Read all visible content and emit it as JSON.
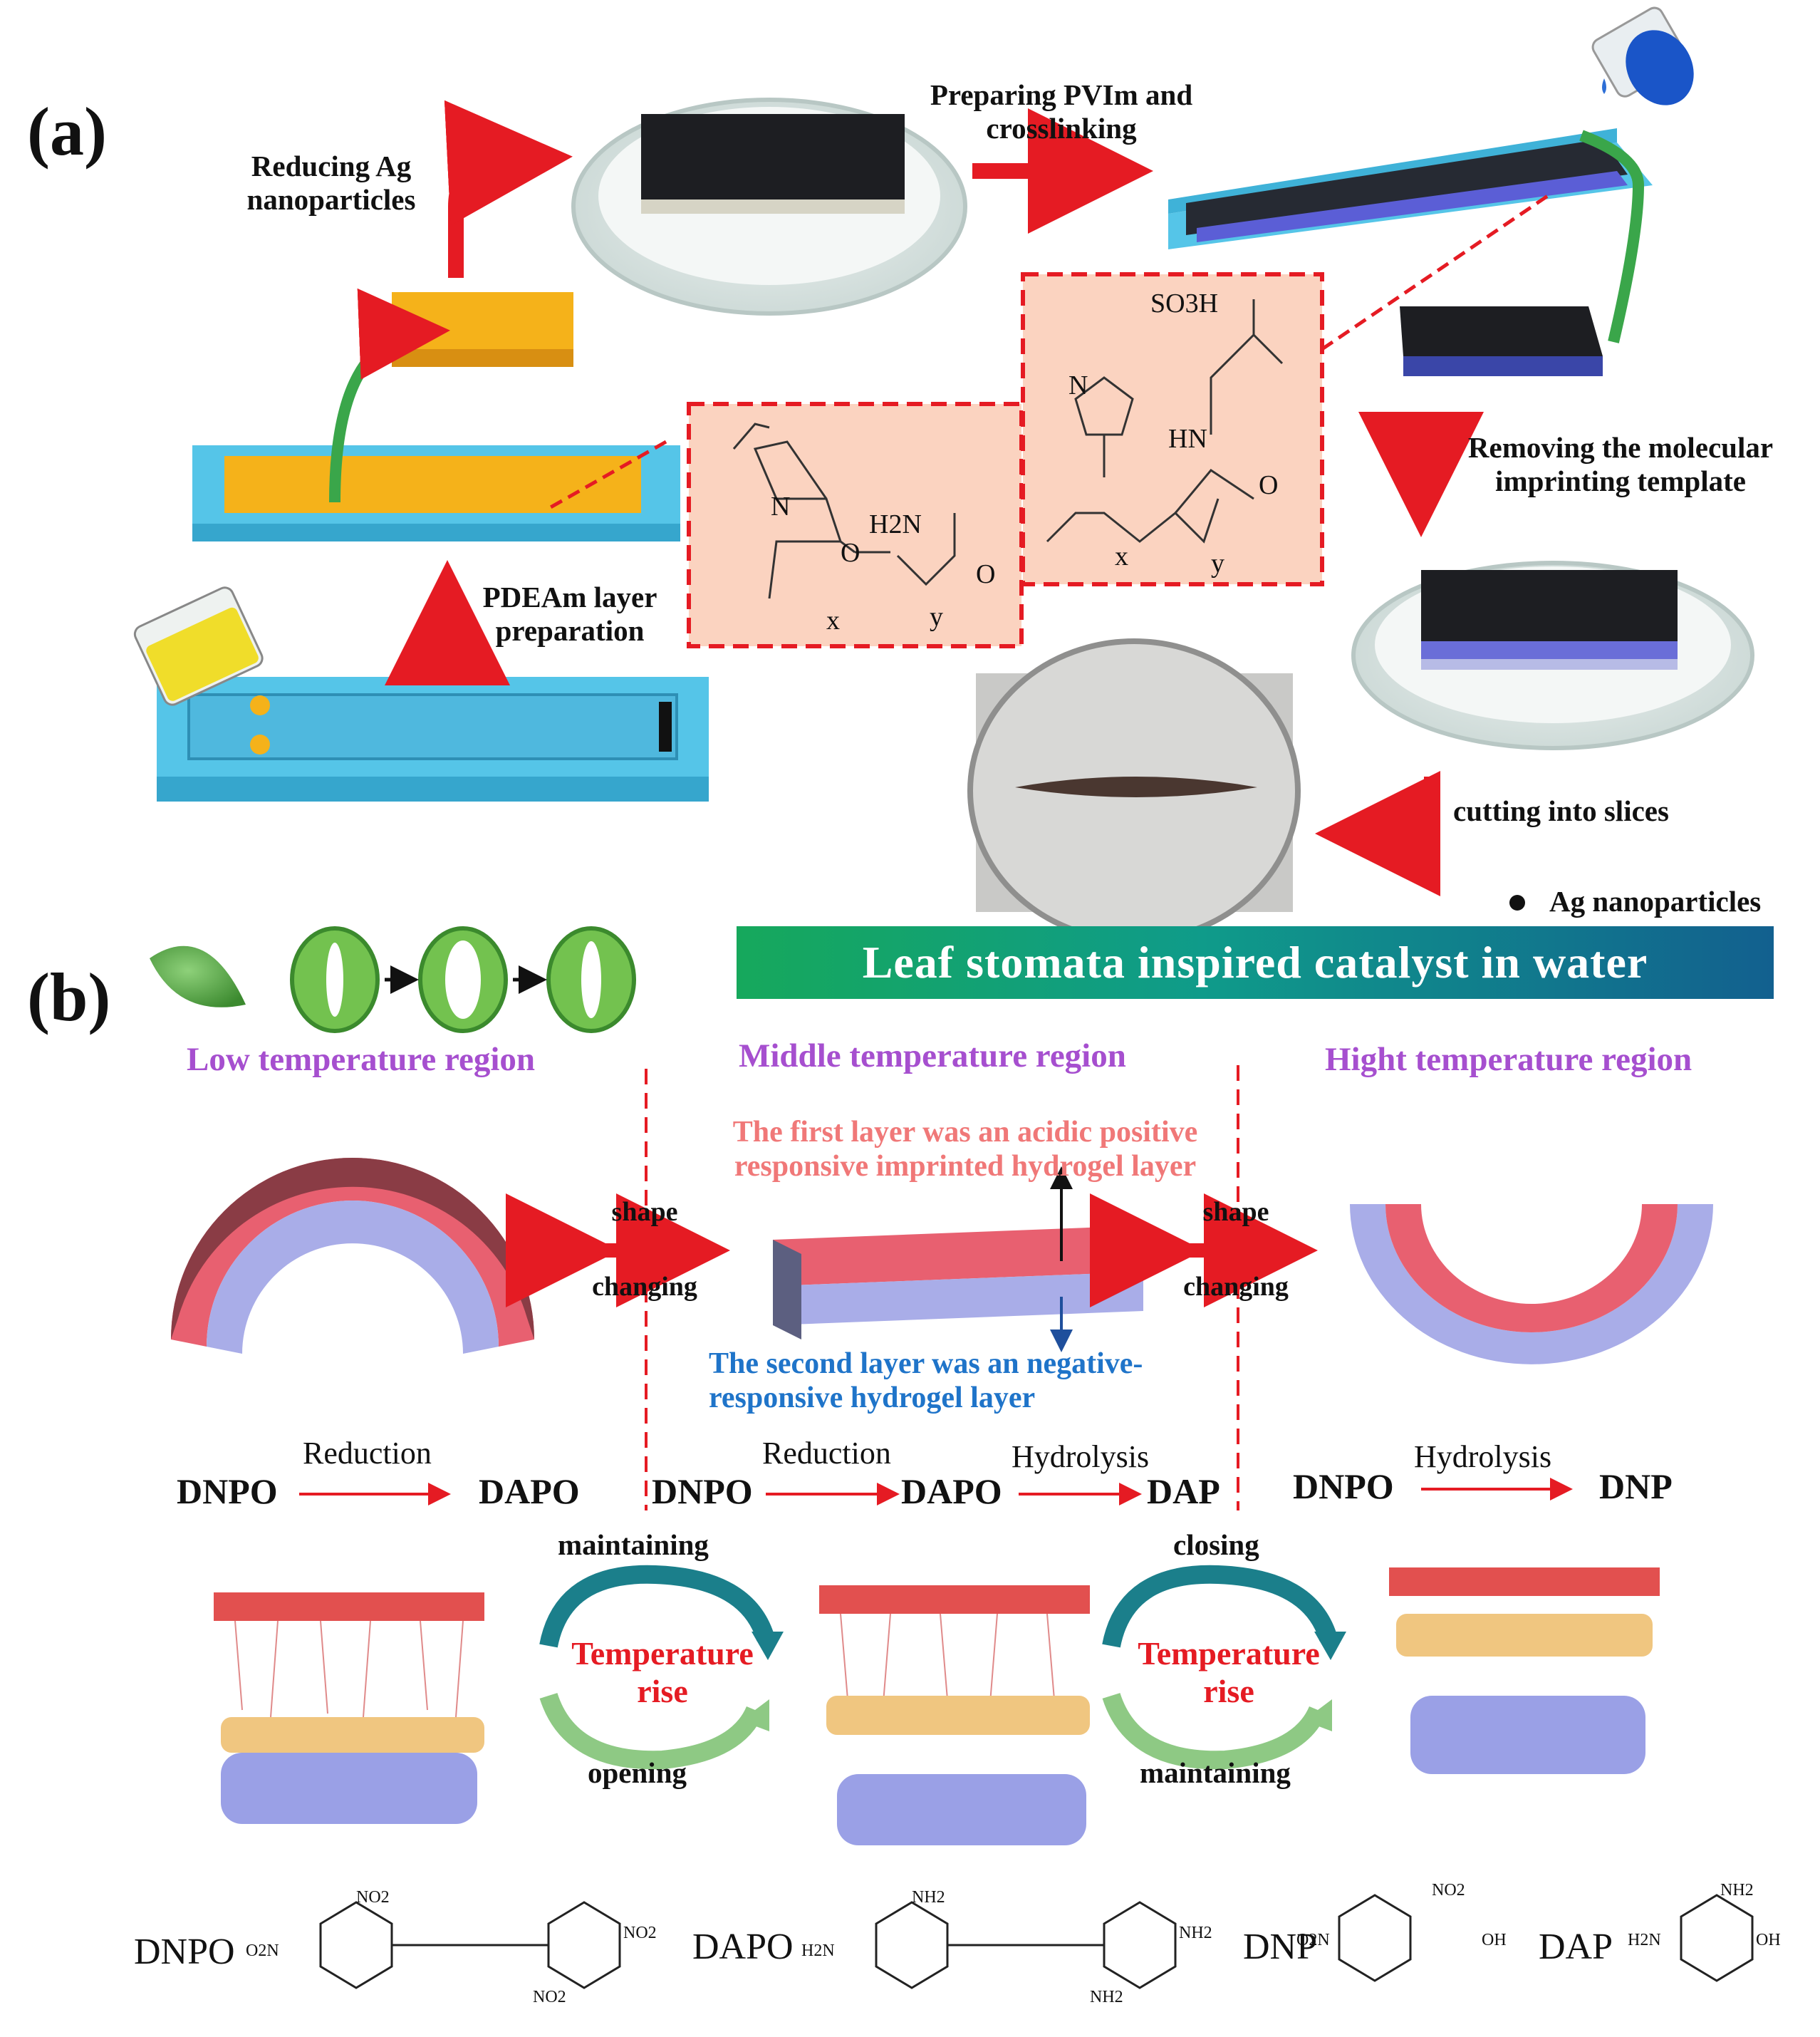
{
  "panel_a": {
    "label": "(a)",
    "step_reducing": [
      "Reducing Ag",
      "nanoparticles"
    ],
    "step_pvim": [
      "Preparing PVIm and",
      "crosslinking"
    ],
    "step_pdeam": [
      "PDEAm  layer",
      "preparation"
    ],
    "step_remove": [
      "Removing the molecular",
      "imprinting template"
    ],
    "step_cutting": "cutting into slices",
    "legend_ag": "Ag nanoparticles",
    "chem_labels": {
      "so3h": "SO3H",
      "n": "N",
      "hn": "HN",
      "o": "O",
      "h2n": "H2N",
      "x": "x",
      "y": "y"
    }
  },
  "panel_b": {
    "label": "(b)",
    "banner": "Leaf stomata inspired catalyst in water",
    "regions": {
      "low": "Low temperature region",
      "middle": "Middle temperature region",
      "high": "Hight temperature region"
    },
    "first_layer": [
      "The first layer was an acidic positive",
      "responsive imprinted  hydrogel layer"
    ],
    "second_layer": [
      "The second layer was an  negative-",
      "responsive hydrogel layer"
    ],
    "shape_changing": [
      "shape",
      "changing"
    ],
    "reactions": {
      "low": {
        "reactant": "DNPO",
        "label": "Reduction",
        "product": "DAPO"
      },
      "middle": {
        "reactant": "DNPO",
        "label1": "Reduction",
        "mid": "DAPO",
        "label2": "Hydrolysis",
        "product": "DAP"
      },
      "high": {
        "reactant": "DNPO",
        "label": "Hydrolysis",
        "product": "DNP"
      }
    },
    "cycle_labels": {
      "maintaining_top": "maintaining",
      "opening": "opening",
      "closing": "closing",
      "maintaining_bottom": "maintaining",
      "temperature": "Temperature",
      "rise": "rise"
    },
    "structures": {
      "dnpo": {
        "name": "DNPO",
        "groups": [
          "NO2",
          "O2N",
          "NO2",
          "NO2"
        ]
      },
      "dapo": {
        "name": "DAPO",
        "groups": [
          "NH2",
          "H2N",
          "NH2",
          "NH2"
        ]
      },
      "dnp": {
        "name": "DNP",
        "groups": [
          "NO2",
          "O2N",
          "OH"
        ]
      },
      "dap": {
        "name": "DAP",
        "groups": [
          "NH2",
          "H2N",
          "OH"
        ]
      }
    }
  },
  "colors": {
    "mold_blue": "#55c5e8",
    "gel_yellow": "#f5b21a",
    "black_layer": "#26272b",
    "red_arrow": "#e51b23",
    "green_arrow": "#3aa64a",
    "pink_box": "#fbd3c0",
    "red_layer": "#e86070",
    "blue_layer": "#a9ade8",
    "violet_text": "#a64fcf"
  }
}
